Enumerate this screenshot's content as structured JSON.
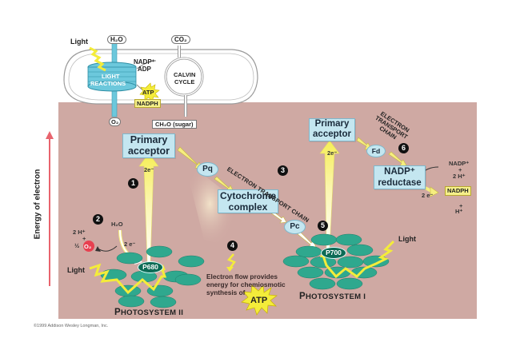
{
  "inset": {
    "light": "Light",
    "h2o": "H₂O",
    "co2": "CO₂",
    "nadp_plus": "NADP⁺",
    "adp": "ADP",
    "light_reactions_line1": "LIGHT",
    "light_reactions_line2": "REACTIONS",
    "calvin_line1": "CALVIN",
    "calvin_line2": "CYCLE",
    "atp": "ATP",
    "nadph": "NADPH",
    "o2": "O₂",
    "sugar": "CH₂O (sugar)"
  },
  "axis": {
    "label": "Energy of electron",
    "arrow_color": "#e8646e"
  },
  "photosystem2": {
    "title_cap": "P",
    "title_rest": "HOTOSYSTEM II",
    "reaction_center": "P680",
    "light": "Light",
    "h2o": "H₂O",
    "two_h_plus": "2 H⁺",
    "plus": "+",
    "half": "½",
    "o2": "O₂",
    "two_e": "2 e⁻"
  },
  "photosystem1": {
    "title_cap": "P",
    "title_rest": "HOTOSYSTEM I",
    "reaction_center": "P700",
    "light": "Light"
  },
  "acceptor1": {
    "line1": "Primary",
    "line2": "acceptor",
    "arrow_label": "2e⁻"
  },
  "acceptor2": {
    "line1": "Primary",
    "line2": "acceptor",
    "arrow_label": "2e⁻"
  },
  "carriers": {
    "pq": "Pq",
    "cytochrome_line1": "Cytochrome",
    "cytochrome_line2": "complex",
    "pc": "Pc",
    "fd": "Fd"
  },
  "etc_labels": {
    "chain1": "ELECTRON TRANSPORT CHAIN",
    "chain2_line1": "ELECTRON",
    "chain2_line2": "TRANSPORT",
    "chain2_line3": "CHAIN"
  },
  "reductase": {
    "line1": "NADP⁺",
    "line2": "reductase",
    "input_nadp": "NADP⁺",
    "input_plus": "+",
    "input_2h": "2 H⁺",
    "two_e": "2 e⁻",
    "output_nadph": "NADPH",
    "output_plus": "+",
    "output_h": "H⁺"
  },
  "atp_note": {
    "line1": "Electron flow provides",
    "line2": "energy for chemiosmotic",
    "line3": "synthesis of",
    "atp": "ATP"
  },
  "steps": [
    "1",
    "2",
    "3",
    "4",
    "5",
    "6"
  ],
  "copyright": "©1999 Addison Wesley Longman, Inc.",
  "colors": {
    "panel": "#cfa9a3",
    "box_fill": "#c4e6f0",
    "membrane": "#6cc8dc",
    "antenna": "#2fa88e",
    "reaction_center": "#0d6b55",
    "yellow": "#f4ec3a"
  }
}
